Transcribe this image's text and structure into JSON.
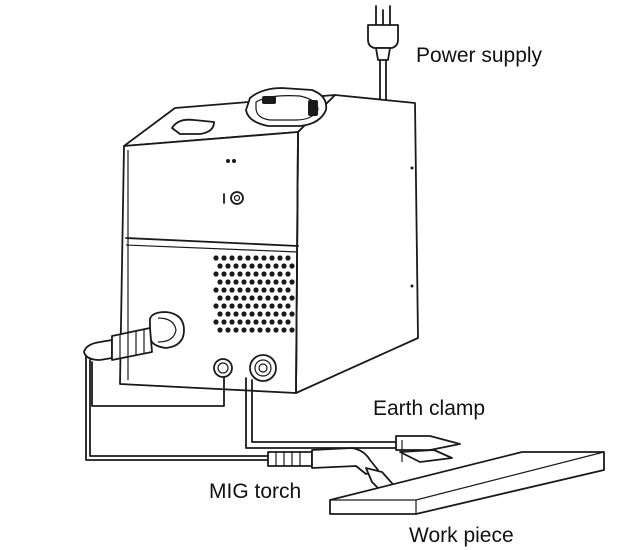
{
  "labels": {
    "power_supply": "Power supply",
    "earth_clamp": "Earth clamp",
    "mig_torch": "MIG torch",
    "work_piece": "Work piece"
  },
  "icons": [
    "welder-machine-icon",
    "power-plug-icon",
    "mig-torch-icon",
    "earth-clamp-icon",
    "work-piece-icon"
  ]
}
